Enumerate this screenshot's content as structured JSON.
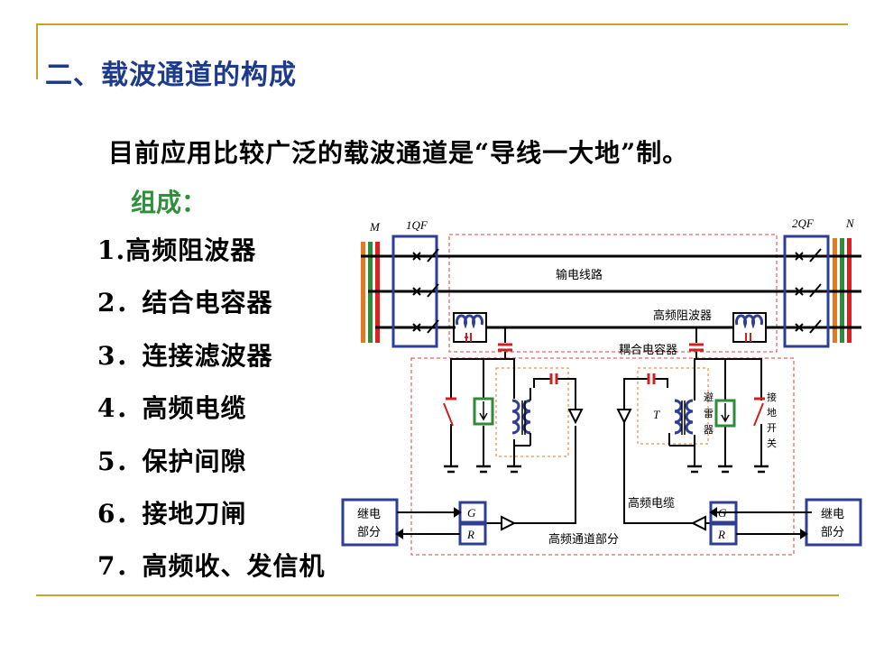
{
  "slide": {
    "title": "二、载波通道的构成",
    "subtitle": "目前应用比较广泛的载波通道是“导线一大地”制。",
    "list_heading": "组成：",
    "items": [
      "1.高频阻波器",
      "2．结合电容器",
      "3．连接滤波器",
      "4．高频电缆",
      "5．保护间隙",
      "6．接地刀闸",
      "7．高频收、发信机"
    ]
  },
  "diagram": {
    "label_m": "M",
    "label_1qf": "1QF",
    "label_2qf": "2QF",
    "label_n": "N",
    "line_label": "输电线路",
    "wave_trap_label": "高频阻波器",
    "coupling_cap_label": "耦合电容器",
    "transformer_label": "T",
    "arrester_label_1": "避",
    "arrester_label_2": "雷",
    "arrester_label_3": "器",
    "ground_switch_1": "接",
    "ground_switch_2": "地",
    "ground_switch_3": "开",
    "ground_switch_4": "关",
    "cable_label": "高频电缆",
    "channel_label": "高频通道部分",
    "relay_left_1": "继电",
    "relay_left_2": "部分",
    "relay_right_1": "继电",
    "relay_right_2": "部分",
    "g_left": "G",
    "r_left": "R",
    "g_right": "G",
    "r_right": "R"
  },
  "colors": {
    "title": "#1d3b8c",
    "rule": "#c9a227",
    "list_heading": "#2f8f3a",
    "box_blue": "#2e3d96",
    "dashed_red": "#e03c3c",
    "phase_orange": "#e87722",
    "phase_green": "#2e8b3a",
    "phase_red": "#e02020",
    "coil_blue": "#2e3d96",
    "capacitor_red": "#d02020"
  }
}
